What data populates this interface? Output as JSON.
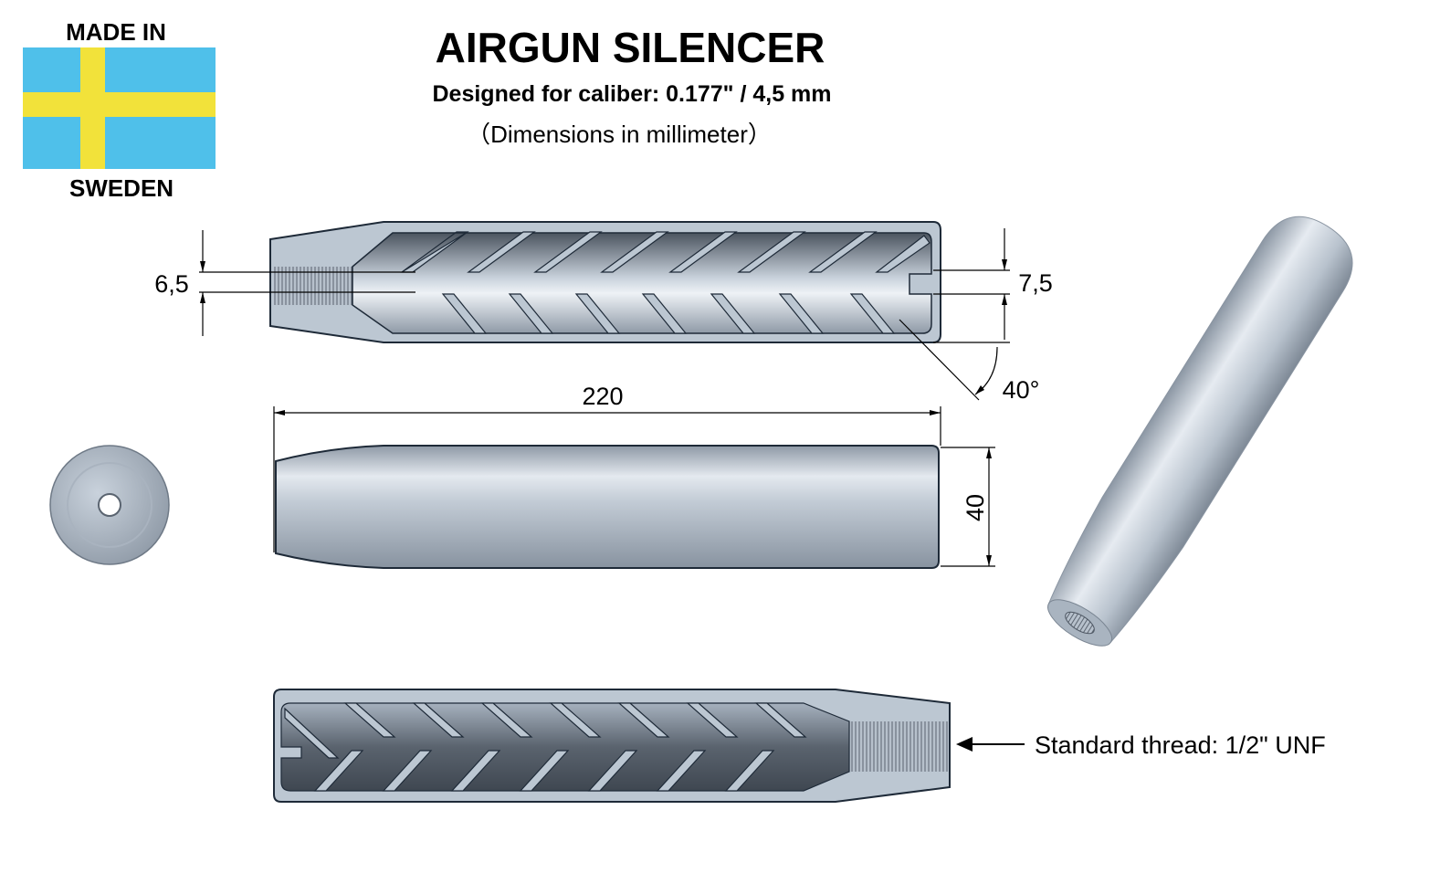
{
  "badge": {
    "top": "MADE IN",
    "bottom": "SWEDEN"
  },
  "colors": {
    "flag_blue": "#4fc0ea",
    "flag_yellow": "#f2e23a",
    "metal": "#b9c4d0",
    "metal_dark": "#4e5763"
  },
  "header": {
    "title": "AIRGUN SILENCER",
    "subtitle": "Designed for caliber: 0.177\" / 4,5 mm",
    "units_note": "（Dimensions in millimeter）"
  },
  "dimensions": {
    "inlet_bore": "6,5",
    "outlet_bore": "7,5",
    "baffle_angle": "40°",
    "length": "220",
    "diameter": "40"
  },
  "callouts": {
    "thread": "Standard thread: 1/2\" UNF"
  }
}
